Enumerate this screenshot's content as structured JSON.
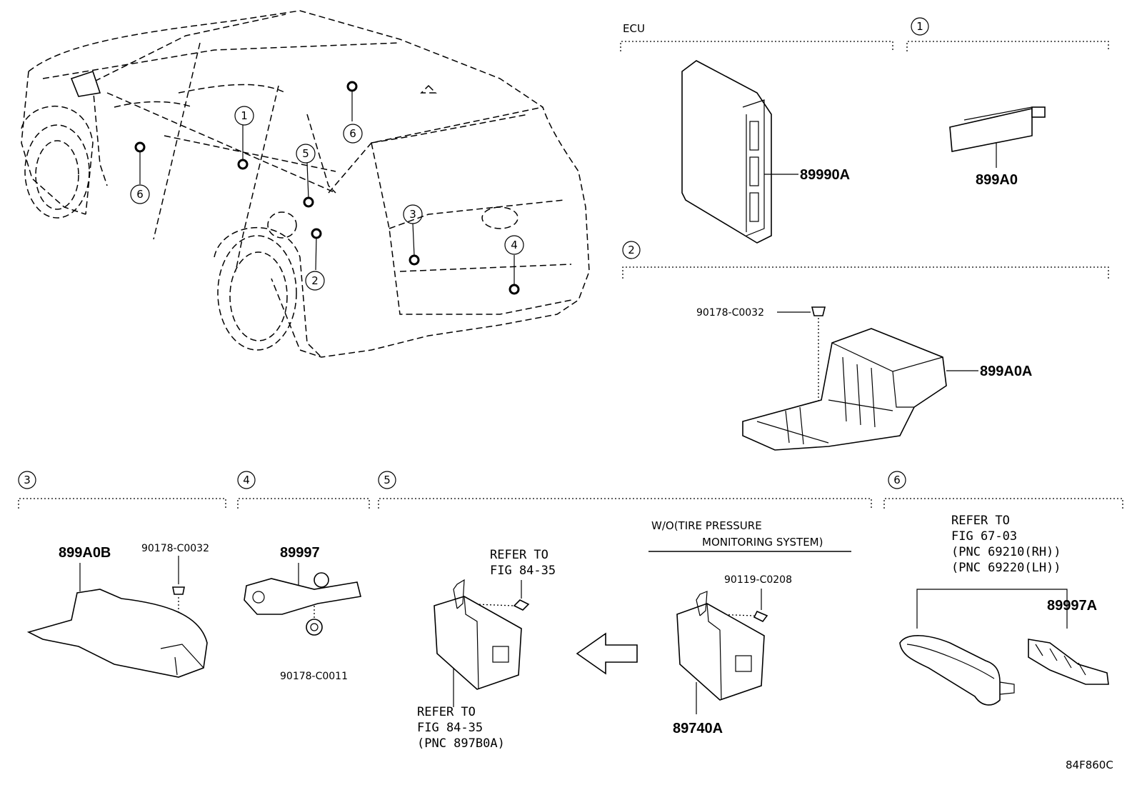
{
  "sections": {
    "ecu": "ECU",
    "s1": "1",
    "s2": "2",
    "s3": "3",
    "s4": "4",
    "s5": "5",
    "s6": "6"
  },
  "car_callouts": [
    "1",
    "5",
    "6",
    "3",
    "4",
    "2",
    "6"
  ],
  "parts": {
    "p89990A": "89990A",
    "p899A0": "899A0",
    "p899A0A": "899A0A",
    "p899A0B": "899A0B",
    "p89997": "89997",
    "p89740A": "89740A",
    "p89997A": "89997A"
  },
  "fasteners": {
    "f1": "90178-C0032",
    "f2": "90178-C0032",
    "f3": "90178-C0011",
    "f4": "90119-C0208"
  },
  "notes": {
    "wo_line1": "W/O(TIRE PRESSURE",
    "wo_line2": "MONITORING SYSTEM)",
    "ref_a1": "REFER TO",
    "ref_a2": "FIG 84-35",
    "ref_b1": "REFER TO",
    "ref_b2": "FIG 84-35",
    "ref_b3": "(PNC 897B0A)",
    "ref_c1": "REFER TO",
    "ref_c2": "FIG 67-03",
    "ref_c3": "(PNC 69210(RH))",
    "ref_c4": "(PNC 69220(LH))"
  },
  "figure_code": "84F860C"
}
